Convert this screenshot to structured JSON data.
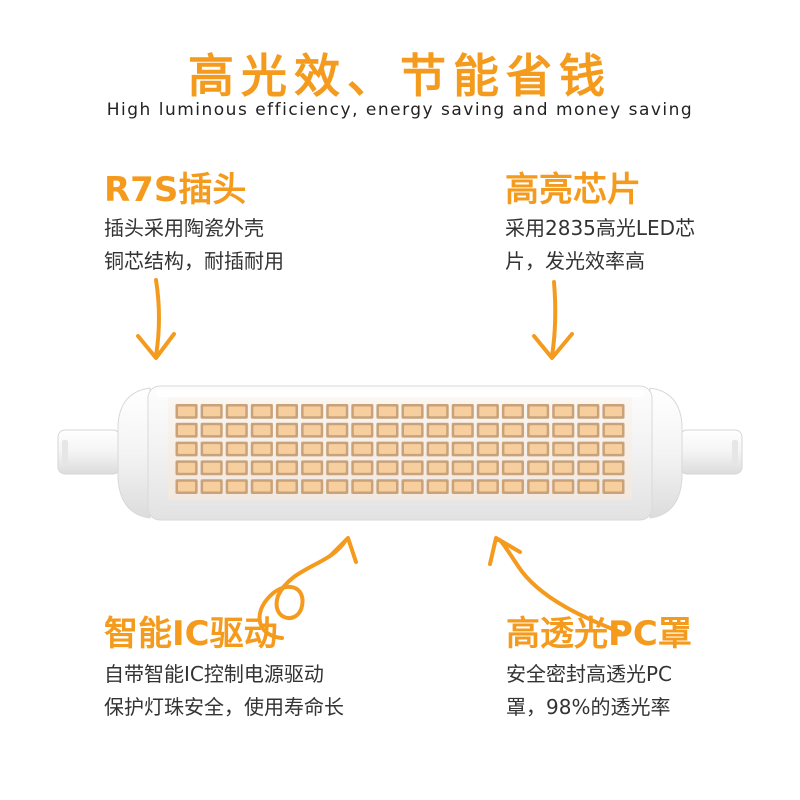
{
  "header": {
    "title": "高光效、节能省钱",
    "subtitle": "High luminous efficiency, energy saving and money saving"
  },
  "features": {
    "plug": {
      "title": "R7S插头",
      "lines": [
        "插头采用陶瓷外壳",
        "铜芯结构，耐插耐用"
      ]
    },
    "chip": {
      "title": "高亮芯片",
      "lines": [
        "采用2835高光LED芯",
        "片，发光效率高"
      ]
    },
    "driver": {
      "title": "智能IC驱动",
      "lines": [
        "自带智能IC控制电源驱动",
        "保护灯珠安全，使用寿命长"
      ]
    },
    "cover": {
      "title": "高透光PC罩",
      "lines": [
        "安全密封高透光PC",
        "罩，98%的透光率"
      ]
    }
  },
  "product": {
    "led_grid": {
      "rows": 5,
      "cols": 18
    }
  },
  "colors": {
    "accent": "#f49b1e",
    "led": "#f7cf9f",
    "led_pad": "#c9a27a",
    "tube_body": "#f2f2f2",
    "text": "#333333"
  }
}
